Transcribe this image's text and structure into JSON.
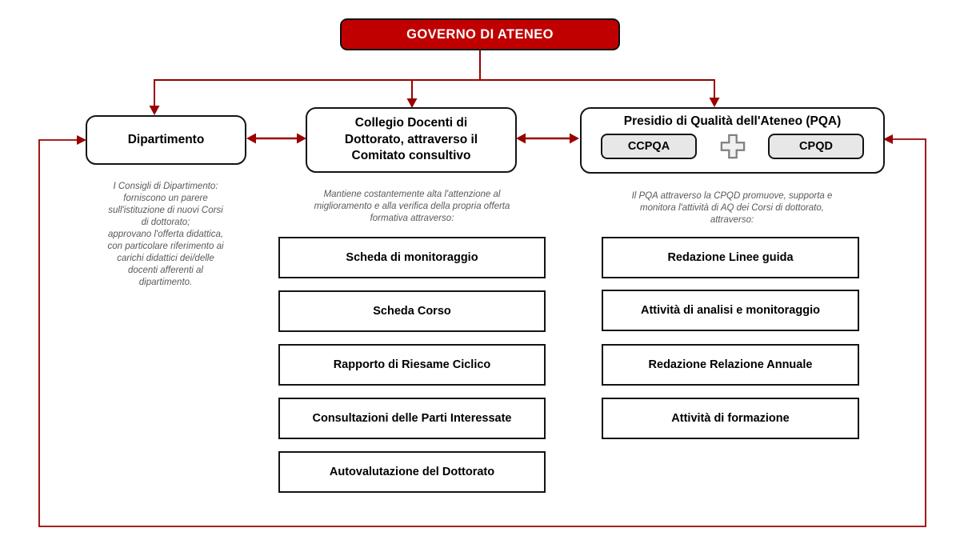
{
  "root": {
    "label": "GOVERNO DI ATENEO"
  },
  "dipartimento": {
    "title": "Dipartimento",
    "description": "I Consigli di Dipartimento:\nforniscono un parere\nsull'istituzione di nuovi Corsi\ndi dottorato;\napprovano l'offerta didattica,\ncon particolare riferimento ai\ncarichi didattici dei/delle\ndocenti afferenti al\ndipartimento."
  },
  "collegio": {
    "title": "Collegio Docenti di\nDottorato, attraverso il\nComitato consultivo",
    "description": "Mantiene costantemente alta l'attenzione al\nmiglioramento e alla verifica della propria offerta\nformativa attraverso:",
    "items": [
      "Scheda di monitoraggio",
      "Scheda Corso",
      "Rapporto di Riesame Ciclico",
      "Consultazioni delle Parti Interessate",
      "Autovalutazione del Dottorato"
    ]
  },
  "pqa": {
    "title": "Presidio di Qualità dell'Ateneo (PQA)",
    "badge_left": "CCPQA",
    "badge_right": "CPQD",
    "description": "Il PQA attraverso la CPQD promuove, supporta e\nmonitora l'attività di AQ dei Corsi di dottorato,\nattraverso:",
    "items": [
      "Redazione Linee guida",
      "Attività di analisi e monitoraggio",
      "Redazione Relazione Annuale",
      "Attività di formazione"
    ]
  },
  "colors": {
    "root_fill": "#c00000",
    "connector_red": "#990000",
    "badge_fill": "#e7e7e7",
    "description_gray": "#595959"
  }
}
